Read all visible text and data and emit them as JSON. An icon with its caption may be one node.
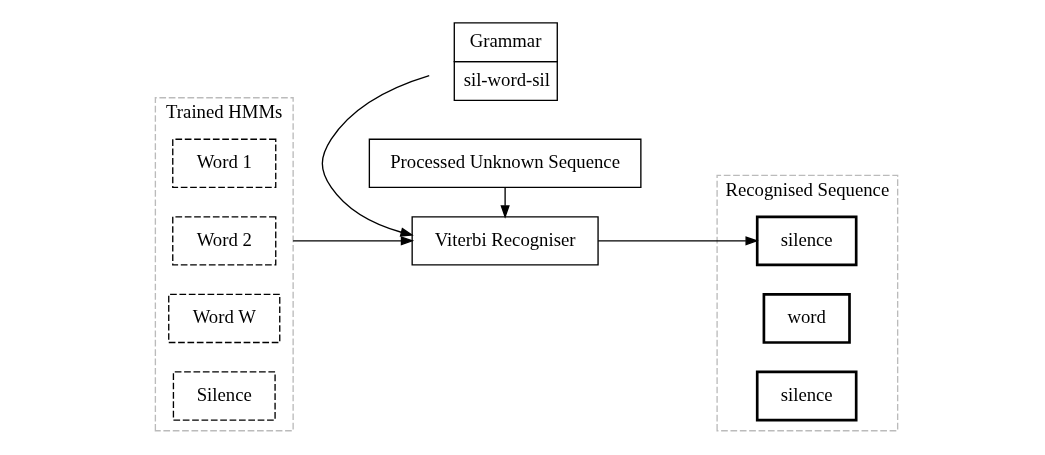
{
  "diagram": {
    "nodes": [
      {
        "text": [
          "Trained HMMs"
        ]
      },
      {
        "text": [
          "Word 1"
        ],
        "in": 0
      },
      {
        "text": [
          "Word 2"
        ],
        "in": 0
      },
      {
        "text": [
          "Word W"
        ],
        "in": 0
      },
      {
        "text": [
          "Silence"
        ],
        "in": 0
      },
      {
        "text": [
          "Grammar",
          "sil-word-sil"
        ]
      },
      {
        "text": [
          "Viterbi Recogniser"
        ]
      },
      {
        "text": [
          "Processed Unknown Sequence"
        ]
      },
      {
        "text": [
          "Recognised Sequence"
        ]
      },
      {
        "text": [
          "silence"
        ],
        "in": 8
      },
      {
        "text": [
          "word"
        ],
        "in": 8
      },
      {
        "text": [
          "silence"
        ],
        "in": 8
      }
    ],
    "edges": [
      {
        "from": 0,
        "to": 6,
        "arrow": "to"
      },
      {
        "from": 5,
        "to": 6,
        "arrow": "to"
      },
      {
        "from": 7,
        "to": 6,
        "arrow": "to"
      },
      {
        "from": 6,
        "to": 9,
        "arrow": "to"
      }
    ]
  }
}
